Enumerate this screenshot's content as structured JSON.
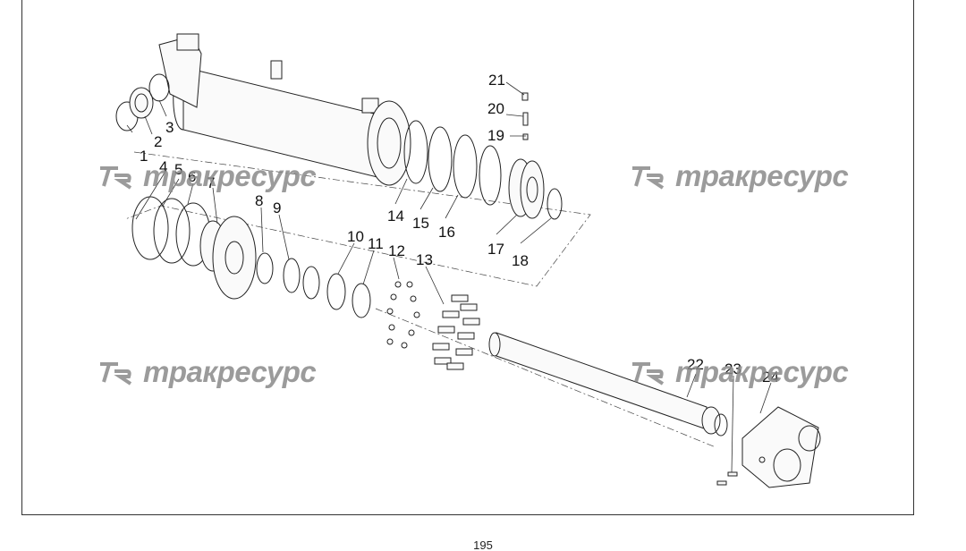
{
  "watermark_text": "тракресурс",
  "page_number": "195",
  "callouts": [
    {
      "id": "1",
      "label": "1"
    },
    {
      "id": "2",
      "label": "2"
    },
    {
      "id": "3",
      "label": "3"
    },
    {
      "id": "4",
      "label": "4"
    },
    {
      "id": "5",
      "label": "5"
    },
    {
      "id": "6",
      "label": "6"
    },
    {
      "id": "7",
      "label": "7"
    },
    {
      "id": "8",
      "label": "8"
    },
    {
      "id": "9",
      "label": "9"
    },
    {
      "id": "10",
      "label": "10"
    },
    {
      "id": "11",
      "label": "11"
    },
    {
      "id": "12",
      "label": "12"
    },
    {
      "id": "13",
      "label": "13"
    },
    {
      "id": "14",
      "label": "14"
    },
    {
      "id": "15",
      "label": "15"
    },
    {
      "id": "16",
      "label": "16"
    },
    {
      "id": "17",
      "label": "17"
    },
    {
      "id": "18",
      "label": "18"
    },
    {
      "id": "19",
      "label": "19"
    },
    {
      "id": "20",
      "label": "20"
    },
    {
      "id": "21",
      "label": "21"
    },
    {
      "id": "22",
      "label": "22"
    },
    {
      "id": "23",
      "label": "23"
    },
    {
      "id": "24",
      "label": "24"
    }
  ]
}
